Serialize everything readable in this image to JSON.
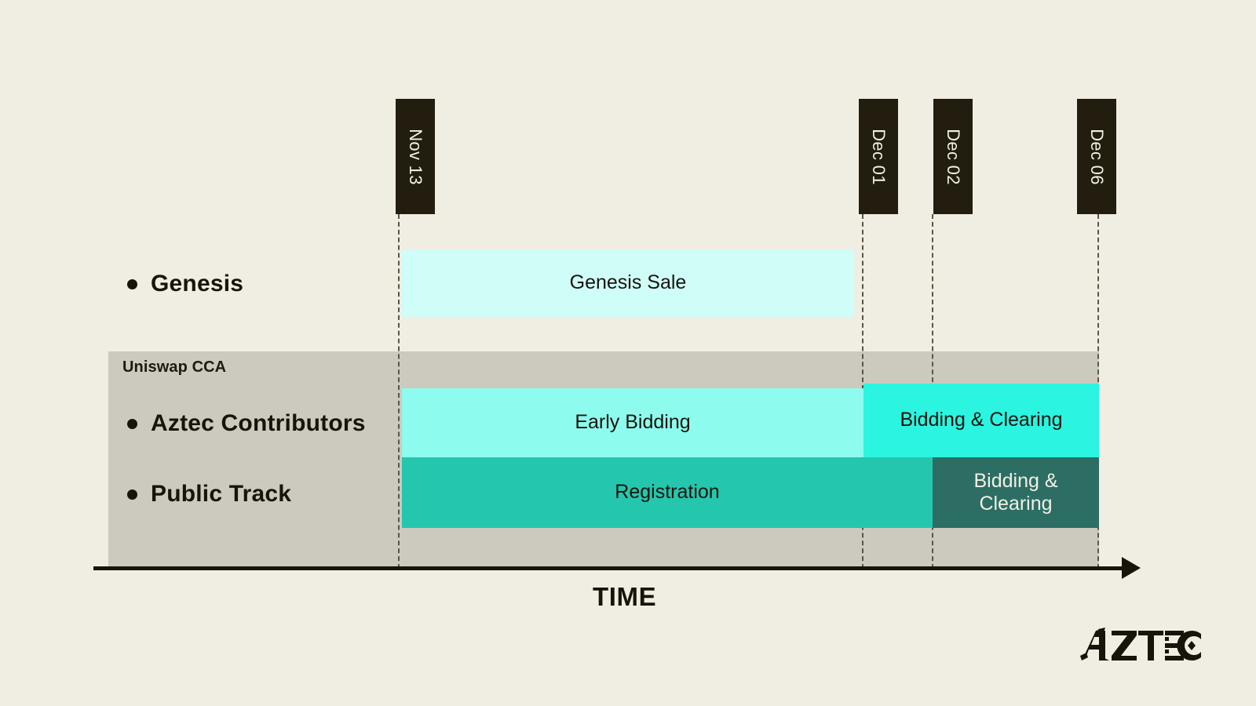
{
  "theme": {
    "background": "#F0EDE3",
    "ink": "#17140C",
    "marker_bg": "#231D10",
    "marker_text": "#F2EFE4",
    "panel_grey": "#CCC9BE",
    "guide_color": "#5A5648"
  },
  "chart_data": {
    "type": "bar",
    "title": "",
    "xlabel": "TIME",
    "ylabel": "",
    "grid": false,
    "legend": "none",
    "axis_ticks": [
      "Nov 13",
      "Dec 01",
      "Dec 02",
      "Dec 06"
    ],
    "lanes": [
      {
        "name": "Genesis",
        "segments": [
          {
            "label": "Genesis Sale",
            "start": "Nov 13",
            "end": "Dec 01",
            "color": "#CFFDF8"
          }
        ]
      },
      {
        "name": "Aztec Contributors",
        "group": "Uniswap CCA",
        "segments": [
          {
            "label": "Early Bidding",
            "start": "Nov 13",
            "end": "Dec 01",
            "color": "#8DFCEE"
          },
          {
            "label": "Bidding & Clearing",
            "start": "Dec 01",
            "end": "Dec 06",
            "color": "#2BF5E0"
          }
        ]
      },
      {
        "name": "Public Track",
        "group": "Uniswap CCA",
        "segments": [
          {
            "label": "Registration",
            "start": "Nov 13",
            "end": "Dec 02",
            "color": "#25C6AE"
          },
          {
            "label": "Bidding & Clearing",
            "start": "Dec 02",
            "end": "Dec 06",
            "color": "#2C6E64"
          }
        ]
      }
    ]
  },
  "markers": {
    "nov13": "Nov 13",
    "dec01": "Dec 01",
    "dec02": "Dec 02",
    "dec06": "Dec 06"
  },
  "rows": {
    "genesis": "Genesis",
    "aztec_contributors": "Aztec Contributors",
    "public_track": "Public Track"
  },
  "panel": {
    "label": "Uniswap CCA"
  },
  "bars": {
    "genesis_sale": "Genesis Sale",
    "early_bidding": "Early Bidding",
    "ac_bidding_clearing": "Bidding & Clearing",
    "registration": "Registration",
    "pt_bidding_line1": "Bidding &",
    "pt_bidding_line2": "Clearing"
  },
  "axis": {
    "title": "TIME"
  },
  "logo": {
    "wordmark": "AZTEC"
  }
}
